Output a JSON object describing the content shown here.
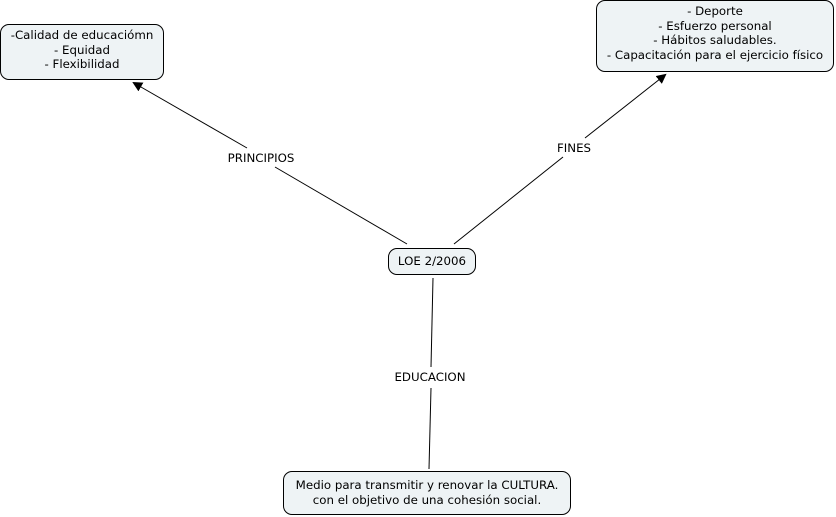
{
  "map": {
    "central": {
      "label": "LOE 2/2006"
    },
    "concepts": {
      "principios": {
        "lines": [
          "-Calidad de educaciómn",
          "- Equidad",
          "- Flexibilidad"
        ]
      },
      "fines": {
        "lines": [
          "- Deporte",
          "- Esfuerzo personal",
          "- Hábitos saludables.",
          "- Capacitación para el ejercicio físico"
        ]
      },
      "medio": {
        "lines": [
          "Medio para transmitir y renovar la CULTURA.",
          "con el objetivo de una cohesión social."
        ]
      }
    },
    "links": {
      "principios": {
        "label": "PRINCIPIOS",
        "from": "LOE 2/2006",
        "to": "principios",
        "arrow": true
      },
      "fines": {
        "label": "FINES",
        "from": "LOE 2/2006",
        "to": "fines",
        "arrow": true
      },
      "educacion": {
        "label": "EDUCACION",
        "from": "LOE 2/2006",
        "to": "medio",
        "arrow": false
      }
    },
    "colors": {
      "node_fill": "#eef3f5",
      "node_border": "#000000",
      "line": "#000000",
      "background": "#ffffff"
    }
  }
}
